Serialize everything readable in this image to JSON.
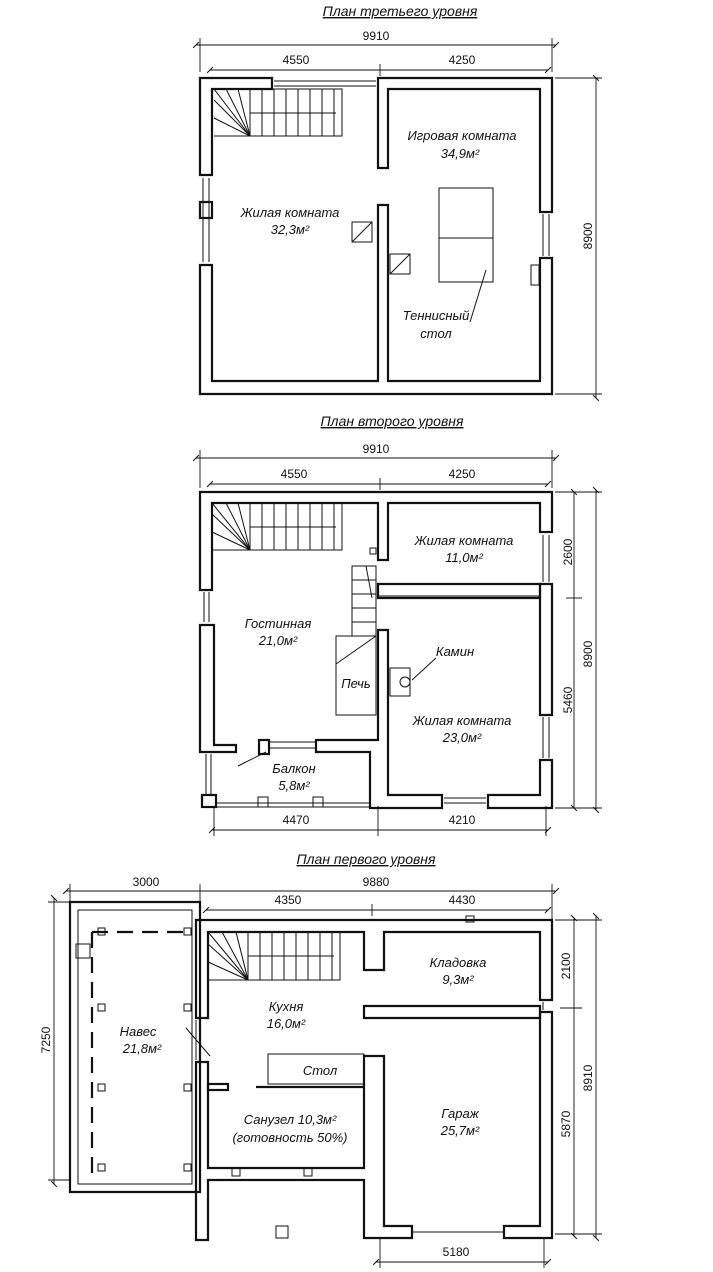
{
  "level3": {
    "title": "План третьего уровня",
    "dim_total": "9910",
    "dim_left": "4550",
    "dim_right": "4250",
    "dim_height": "8900",
    "rooms": [
      {
        "name": "Игровая комната",
        "area": "34,9м²"
      },
      {
        "name": "Жилая комната",
        "area": "32,3м²"
      }
    ],
    "tennis_line1": "Теннисный",
    "tennis_line2": "стол"
  },
  "level2": {
    "title": "План второго уровня",
    "dim_total": "9910",
    "dim_top_left": "4550",
    "dim_top_right": "4250",
    "dim_bottom_left": "4470",
    "dim_bottom_right": "4210",
    "dim_right_top": "2600",
    "dim_right_bottom": "5460",
    "dim_height": "8900",
    "rooms": [
      {
        "name": "Жилая комната",
        "area": "11,0м²"
      },
      {
        "name": "Гостинная",
        "area": "21,0м²"
      },
      {
        "name": "Жилая комната",
        "area": "23,0м²"
      },
      {
        "name": "Балкон",
        "area": "5,8м²"
      }
    ],
    "fireplace": "Камин",
    "stove": "Печь"
  },
  "level1": {
    "title": "План первого уровня",
    "dim_canopy": "3000",
    "dim_total": "9880",
    "dim_top_left": "4350",
    "dim_top_right": "4430",
    "dim_left": "7250",
    "dim_right_top": "2100",
    "dim_right_bottom": "5870",
    "dim_height": "8910",
    "dim_bottom": "5180",
    "rooms": [
      {
        "name": "Кладовка",
        "area": "9,3м²"
      },
      {
        "name": "Кухня",
        "area": "16,0м²"
      },
      {
        "name": "Навес",
        "area": "21,8м²"
      },
      {
        "name": "Гараж",
        "area": "25,7м²"
      }
    ],
    "table": "Стол",
    "bath_line1": "Санузел 10,3м²",
    "bath_line2": "(готовность 50%)"
  }
}
